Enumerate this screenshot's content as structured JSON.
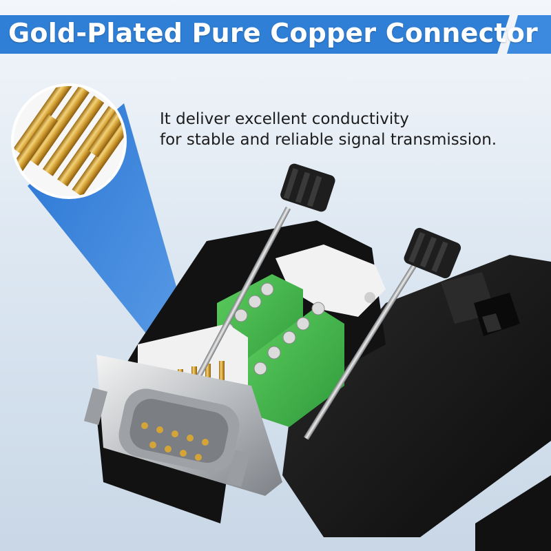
{
  "banner": {
    "title": "Gold-Plated Pure Copper Connector",
    "color": "#2f7fd6"
  },
  "description": {
    "line1": "It deliver excellent conductivity",
    "line2": "for stable and reliable signal transmission."
  },
  "product": {
    "name": "DB9 male connector breakout with green screw terminals and black hood",
    "terminal_color": "#3fb14a",
    "pin_color": "#d4a437",
    "hood_color": "#1b1b1b"
  },
  "zoom_callout": {
    "subject": "gold-plated copper pins close-up",
    "beam_color": "#2f7fd6"
  }
}
